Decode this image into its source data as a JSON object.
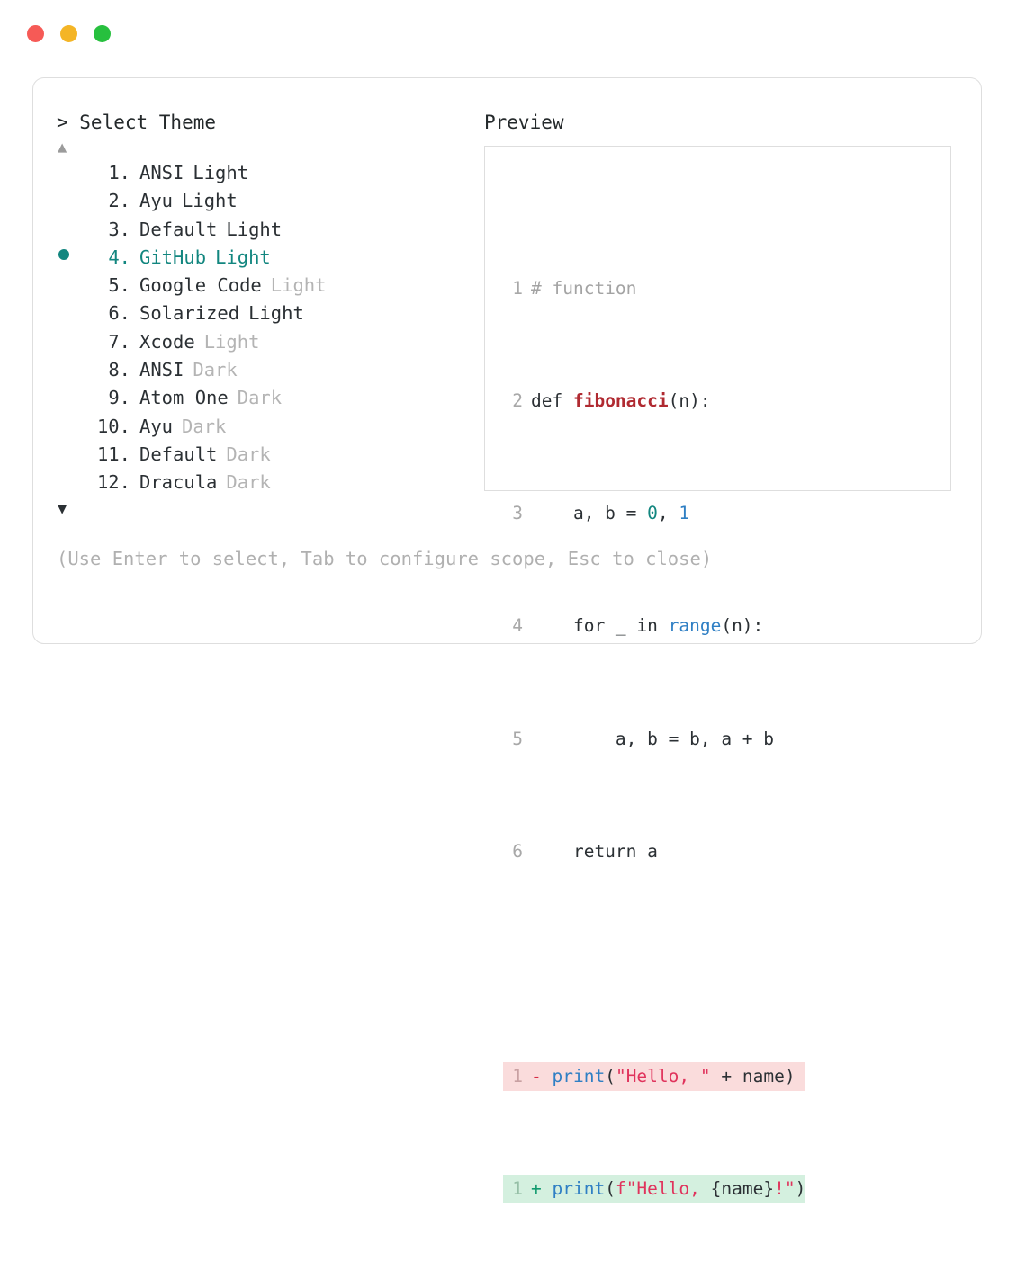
{
  "window": {
    "buttons": [
      {
        "name": "close",
        "color": "#f65a56"
      },
      {
        "name": "minimize",
        "color": "#f4b526"
      },
      {
        "name": "maximize",
        "color": "#27c03e"
      }
    ]
  },
  "prompt": {
    "symbol": ">",
    "title": "Select Theme",
    "full": "> Select Theme"
  },
  "scroll": {
    "up_arrow": "▲",
    "down_arrow": "▼"
  },
  "list": {
    "selected_index": 4,
    "selection_bullet": "●",
    "accent_color": "#12867f",
    "items": [
      {
        "index": "1.",
        "name": "ANSI",
        "suffix": "Light",
        "suffix_dim": false,
        "selected": false
      },
      {
        "index": "2.",
        "name": "Ayu",
        "suffix": "Light",
        "suffix_dim": false,
        "selected": false
      },
      {
        "index": "3.",
        "name": "Default",
        "suffix": "Light",
        "suffix_dim": false,
        "selected": false
      },
      {
        "index": "4.",
        "name": "GitHub",
        "suffix": "Light",
        "suffix_dim": false,
        "selected": true
      },
      {
        "index": "5.",
        "name": "Google Code",
        "suffix": "Light",
        "suffix_dim": true,
        "selected": false
      },
      {
        "index": "6.",
        "name": "Solarized",
        "suffix": "Light",
        "suffix_dim": false,
        "selected": false
      },
      {
        "index": "7.",
        "name": "Xcode",
        "suffix": "Light",
        "suffix_dim": true,
        "selected": false
      },
      {
        "index": "8.",
        "name": "ANSI",
        "suffix": "Dark",
        "suffix_dim": true,
        "selected": false
      },
      {
        "index": "9.",
        "name": "Atom One",
        "suffix": "Dark",
        "suffix_dim": true,
        "selected": false
      },
      {
        "index": "10.",
        "name": "Ayu",
        "suffix": "Dark",
        "suffix_dim": true,
        "selected": false
      },
      {
        "index": "11.",
        "name": "Default",
        "suffix": "Dark",
        "suffix_dim": true,
        "selected": false
      },
      {
        "index": "12.",
        "name": "Dracula",
        "suffix": "Dark",
        "suffix_dim": true,
        "selected": false
      }
    ]
  },
  "preview": {
    "label": "Preview",
    "code_lines": [
      {
        "num": "1",
        "text": "# function"
      },
      {
        "num": "2",
        "text": "def fibonacci(n):"
      },
      {
        "num": "3",
        "text": "    a, b = 0, 1"
      },
      {
        "num": "4",
        "text": "    for _ in range(n):"
      },
      {
        "num": "5",
        "text": "        a, b = b, a + b"
      },
      {
        "num": "6",
        "text": "    return a"
      }
    ],
    "diff_lines": [
      {
        "num": "1",
        "marker": "-",
        "text": "print(\"Hello, \" + name)",
        "kind": "removed"
      },
      {
        "num": "1",
        "marker": "+",
        "text": "print(f\"Hello, {name}!\")",
        "kind": "added"
      }
    ],
    "colors": {
      "comment": "#a3a3a3",
      "function_name": "#b02a31",
      "number_teal": "#12867f",
      "number_blue": "#2f7fc4",
      "builtin": "#2f7fc4",
      "string": "#e0335c",
      "diff_removed_bg": "#fadcdc",
      "diff_added_bg": "#d4f0df",
      "minus_marker": "#d62b44",
      "plus_marker": "#119a6e"
    },
    "tokens": {
      "comment": "# function",
      "def_kw": "def ",
      "fn_name": "fibonacci",
      "fn_args": "(n):",
      "line3_pre": "    a, b = ",
      "line3_zero": "0",
      "line3_mid": ", ",
      "line3_one": "1",
      "line4_pre": "    for _ in ",
      "line4_range": "range",
      "line4_post": "(n):",
      "line5": "        a, b = b, a + b",
      "line6": "    return a",
      "print": "print",
      "del_open": "(",
      "del_str": "\"Hello, \"",
      "del_mid": " + name",
      "del_close": ")",
      "add_open": "(",
      "add_str_a": "f\"Hello, ",
      "add_brace": "{name}",
      "add_str_b": "!\"",
      "add_close": ")"
    }
  },
  "hint": {
    "text": "(Use Enter to select, Tab to configure scope, Esc to close)"
  }
}
